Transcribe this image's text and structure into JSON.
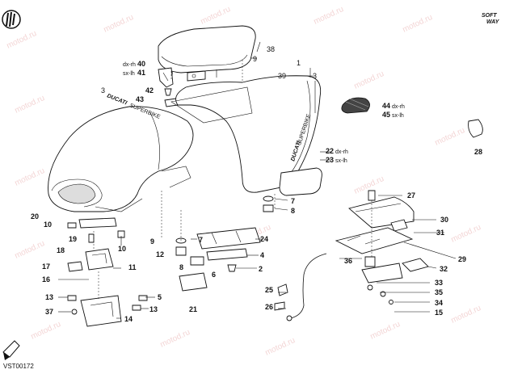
{
  "brand": {
    "logo_top": "SOFT",
    "logo_bottom": "WAY"
  },
  "drawing_code": "VST00172",
  "watermark": "motod.ru",
  "seat_lettering": {
    "left": "DUCATI",
    "left_sub": "SUPERBIKE",
    "right": "DUCATI",
    "right_sub": "SUPERBIKE"
  },
  "callouts": {
    "p1": "1",
    "p2": "2",
    "p3a": "3",
    "p3b": "3",
    "p4": "4",
    "p5": "5",
    "p6": "6",
    "p7a": "7",
    "p7b": "7",
    "p8a": "8",
    "p8b": "8",
    "p9a": "9",
    "p9b": "9",
    "p10a": "10",
    "p10b": "10",
    "p11": "11",
    "p12": "12",
    "p13a": "13",
    "p13b": "13",
    "p14": "14",
    "p15": "15",
    "p16": "16",
    "p17": "17",
    "p18": "18",
    "p19": "19",
    "p20": "20",
    "p21": "21",
    "p22": "22",
    "p23": "23",
    "p24": "24",
    "p25": "25",
    "p26": "26",
    "p27": "27",
    "p28": "28",
    "p29": "29",
    "p30": "30",
    "p31": "31",
    "p32": "32",
    "p33": "33",
    "p34": "34",
    "p35": "35",
    "p36": "36",
    "p37": "37",
    "p38": "38",
    "p39": "39",
    "p40": "40",
    "p41": "41",
    "p42": "42",
    "p43": "43",
    "p44": "44",
    "p45": "45"
  },
  "side_tags": {
    "dx": "dx-rh",
    "sx": "sx-lh"
  }
}
